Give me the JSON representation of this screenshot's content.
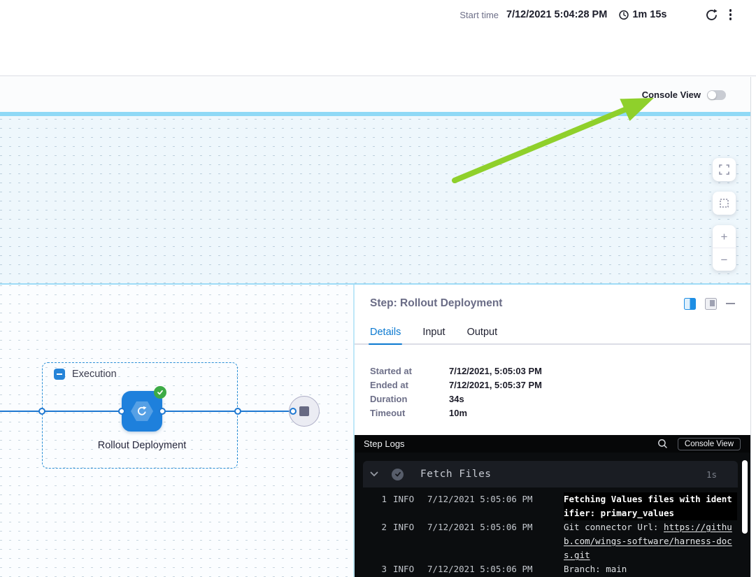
{
  "header": {
    "start_time_label": "Start time",
    "start_time_value": "7/12/2021 5:04:28 PM",
    "duration": "1m 15s"
  },
  "console_toggle": {
    "label": "Console View",
    "state": "off"
  },
  "canvas": {
    "execution_group": {
      "label": "Execution"
    },
    "step_node": {
      "label": "Rollout Deployment",
      "status": "success"
    },
    "controls": {
      "zoom_in": "+",
      "zoom_out": "−"
    },
    "colors": {
      "arrow": "#8fd02b",
      "node_blue": "#1e80dc",
      "connector": "#1f78d1",
      "accent": "#0b79d0"
    }
  },
  "panel": {
    "title": "Step: Rollout Deployment",
    "tabs": [
      {
        "label": "Details"
      },
      {
        "label": "Input"
      },
      {
        "label": "Output"
      }
    ],
    "details": [
      {
        "label": "Started at",
        "value": "7/12/2021, 5:05:03 PM"
      },
      {
        "label": "Ended at",
        "value": "7/12/2021, 5:05:37 PM"
      },
      {
        "label": "Duration",
        "value": "34s"
      },
      {
        "label": "Timeout",
        "value": "10m"
      }
    ],
    "logs": {
      "bar_title": "Step Logs",
      "console_view_button": "Console View",
      "group": {
        "title": "Fetch Files",
        "duration": "1s",
        "status": "success"
      },
      "lines": [
        {
          "num": "1",
          "level": "INFO",
          "time": "7/12/2021 5:05:06 PM",
          "message": "Fetching Values files with identifier: primary_values"
        },
        {
          "num": "2",
          "level": "INFO",
          "time": "7/12/2021 5:05:06 PM",
          "message_prefix": "Git connector Url: ",
          "link": "https://github.com/wings-software/harness-docs.git"
        },
        {
          "num": "3",
          "level": "INFO",
          "time": "7/12/2021 5:05:06 PM",
          "message": "Branch: main"
        }
      ]
    }
  }
}
